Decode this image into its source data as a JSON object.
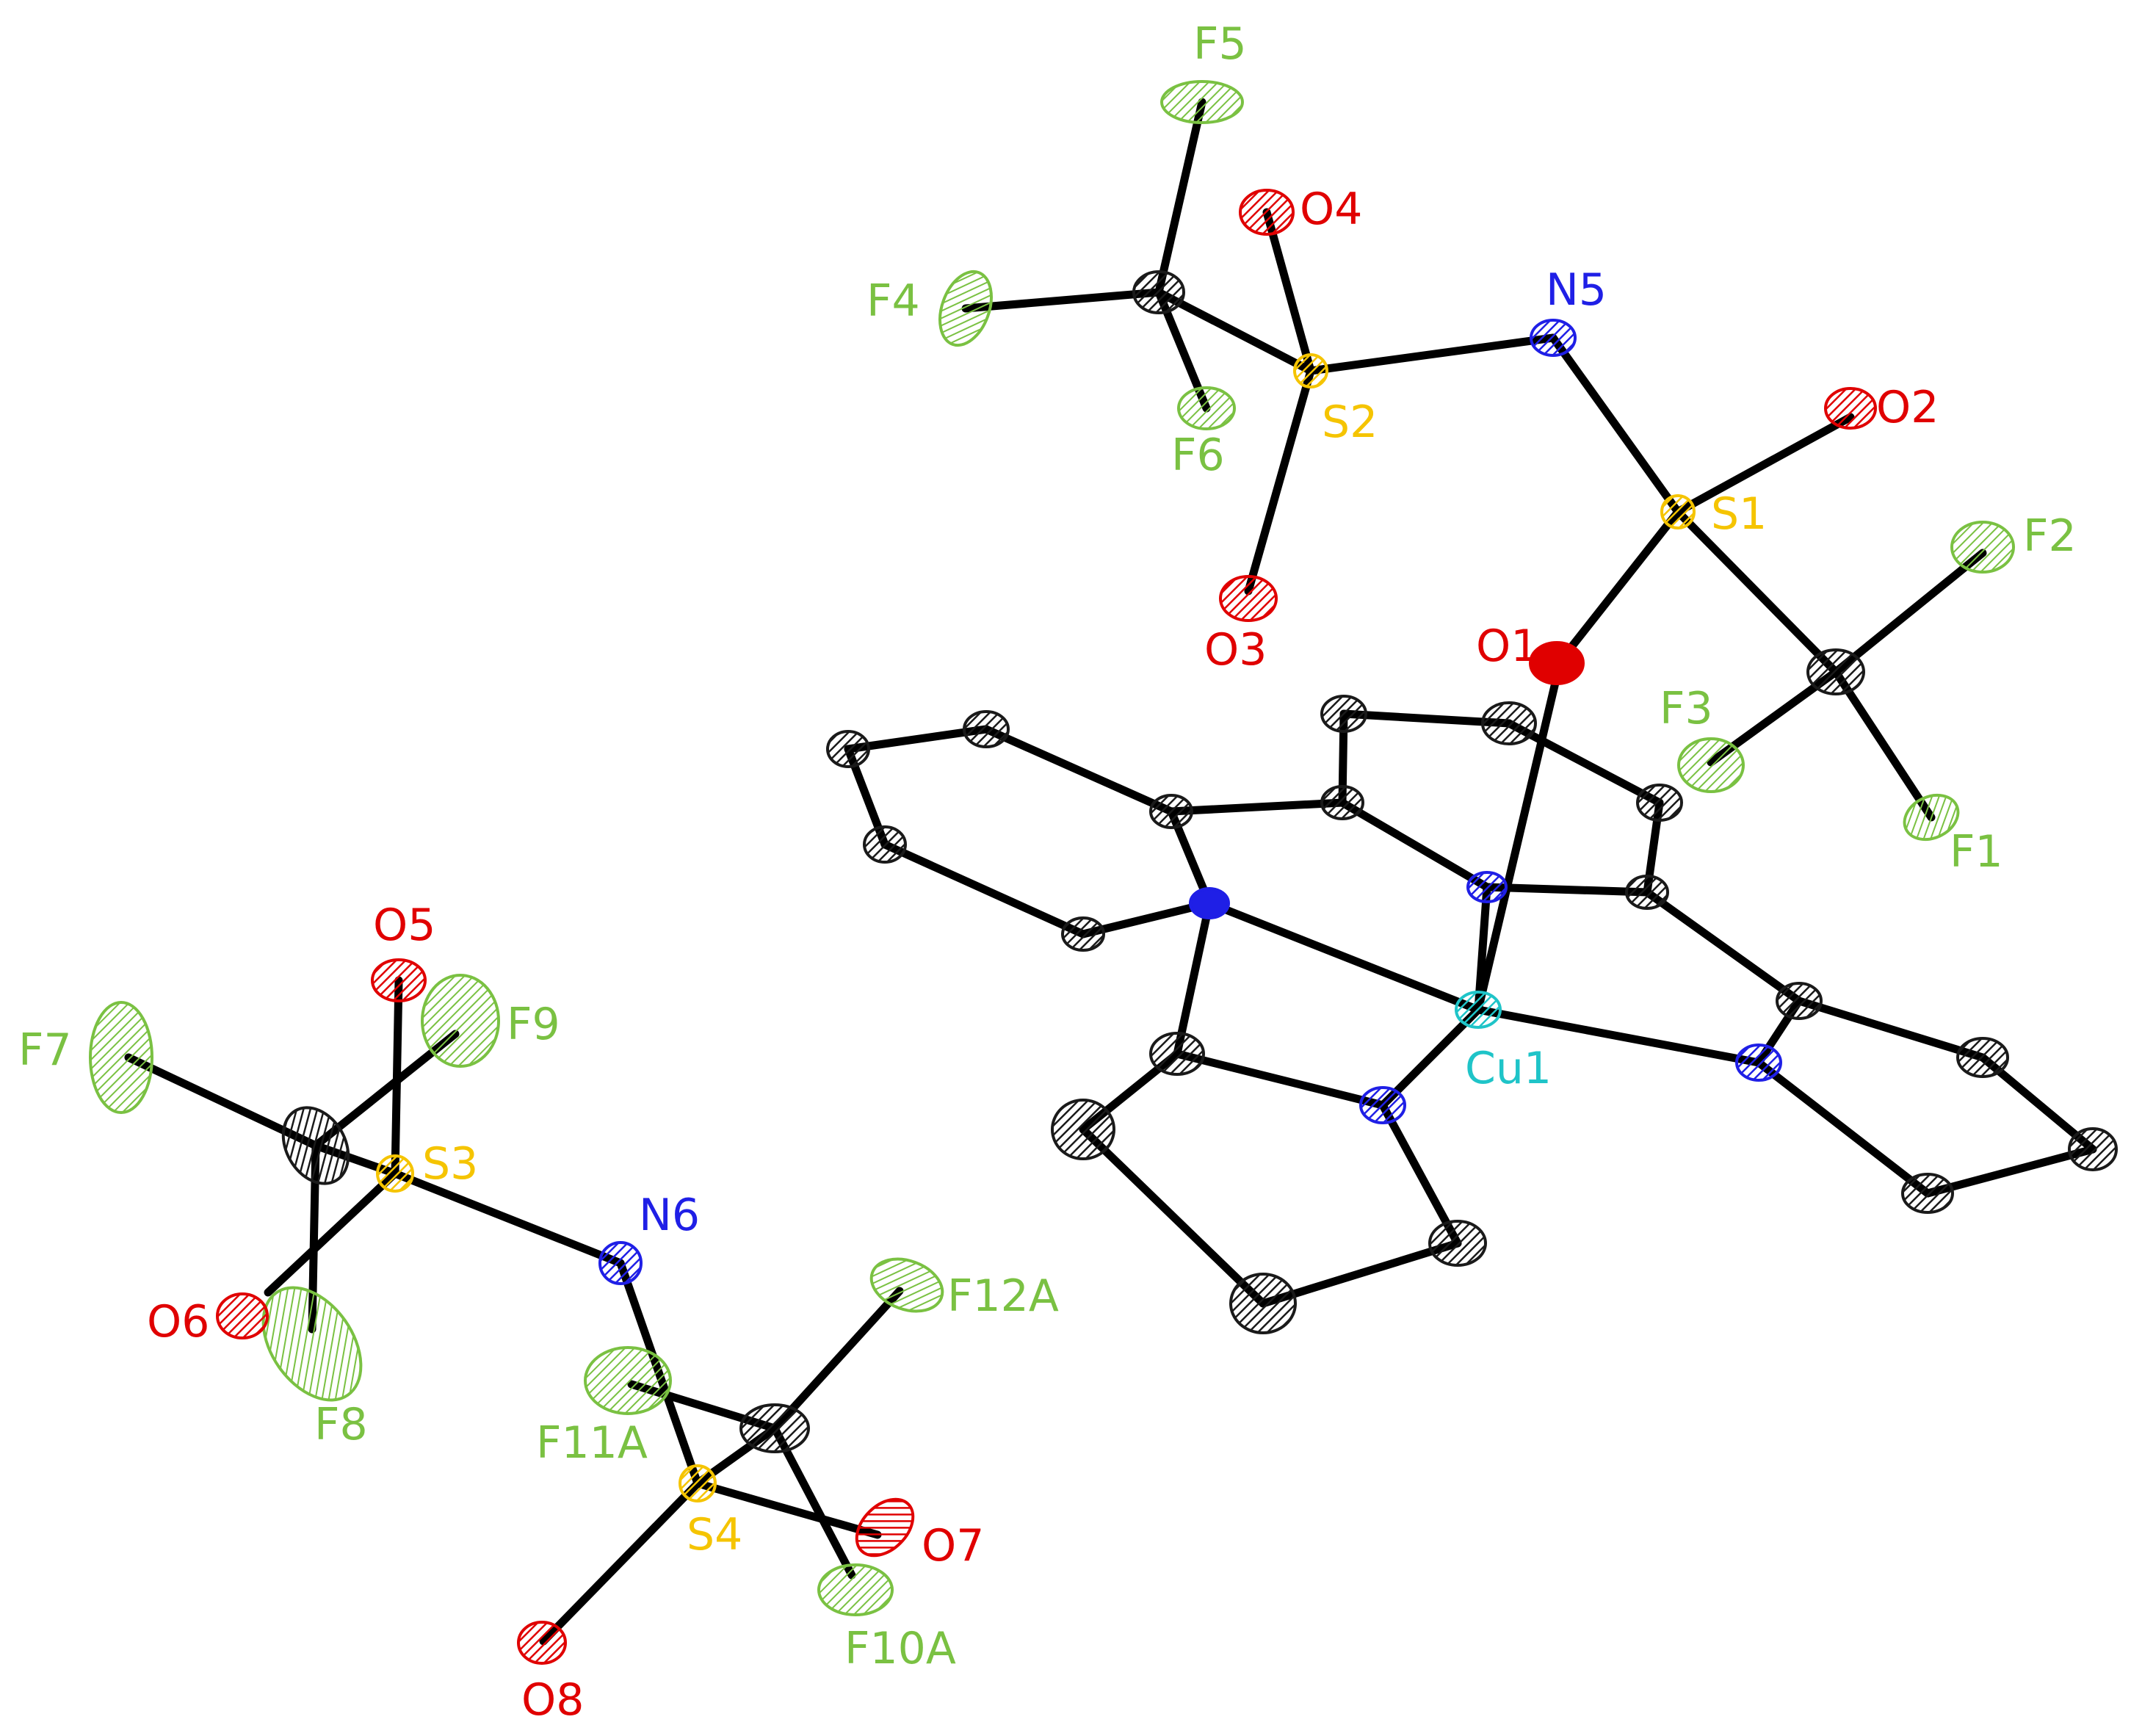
{
  "figure": {
    "type": "ORTEP crystal structure diagram",
    "colors": {
      "bond": "#000000",
      "carbon": "#1a1a1a",
      "nitrogen": "#1f1fe6",
      "oxygen": "#e00000",
      "sulfur": "#f5c400",
      "fluorine": "#7ac142",
      "copper": "#1fc4c8"
    }
  },
  "labels": {
    "F5": "F5",
    "O4": "O4",
    "F4": "F4",
    "N5": "N5",
    "S2": "S2",
    "F6": "F6",
    "O2": "O2",
    "S1": "S1",
    "F2": "F2",
    "O3": "O3",
    "O1": "O1",
    "F3": "F3",
    "F1": "F1",
    "Cu1": "Cu1",
    "O5": "O5",
    "F9": "F9",
    "F7": "F7",
    "S3": "S3",
    "N6": "N6",
    "O6": "O6",
    "F12A": "F12A",
    "F8": "F8",
    "F11A": "F11A",
    "S4": "S4",
    "O7": "O7",
    "F10A": "F10A",
    "O8": "O8"
  }
}
